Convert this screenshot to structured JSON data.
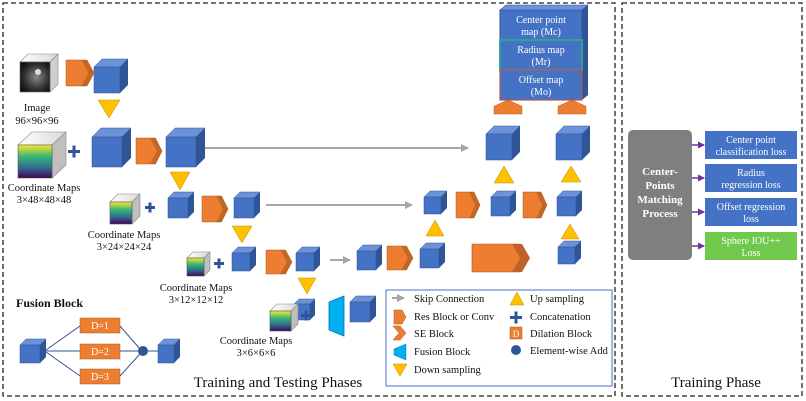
{
  "inputs": {
    "image_label": "Image",
    "image_dims": "96×96×96",
    "coord_maps_label": "Coordinate Maps",
    "coord_dims": [
      "3×48×48×48",
      "3×24×24×24",
      "3×12×12×12",
      "3×6×6×6"
    ]
  },
  "outputs": {
    "center_map_line1": "Center point",
    "center_map_line2": "map (Mc)",
    "radius_map_line1": "Radius map",
    "radius_map_line2": "(Mr)",
    "offset_map_line1": "Offset map",
    "offset_map_line2": "(Mo)"
  },
  "fusion": {
    "title": "Fusion Block",
    "d_labels": [
      "D=1",
      "D=2",
      "D=3"
    ]
  },
  "legend": {
    "skip_connection": "Skip Connection",
    "up_sampling": "Up sampling",
    "res_block": "Res Block or Conv",
    "concatenation": "Concatenation",
    "se_block": "SE Block",
    "dilation_block": "Dilation Block",
    "fusion_block": "Fusion Block",
    "element_wise_add": "Element-wise Add",
    "down_sampling": "Down sampling",
    "dilation_icon_letter": "D"
  },
  "phases": {
    "left": "Training  and Testing Phases",
    "right": "Training Phase"
  },
  "training": {
    "process_line1": "Center-",
    "process_line2": "Points",
    "process_line3": "Matching",
    "process_line4": "Process",
    "losses": [
      {
        "line1": "Center point",
        "line2": "classification loss"
      },
      {
        "line1": "Radius",
        "line2": "regression loss"
      },
      {
        "line1": "Offset regression",
        "line2": "loss"
      },
      {
        "line1": "Sphere IOU++",
        "line2": "Loss"
      }
    ]
  },
  "colors": {
    "cube_front": "#4472C4",
    "cube_top": "#6C93D9",
    "cube_side": "#2F5597",
    "orange": "#ED7D31",
    "orange_dark": "#A65A1B",
    "yellow": "#FFC000",
    "cyan": "#00B0F0",
    "green": "#70C94C",
    "gray_process": "#7F7F7F",
    "loss_box": "#4472C4",
    "skip_arrow": "#A6A6A6"
  }
}
